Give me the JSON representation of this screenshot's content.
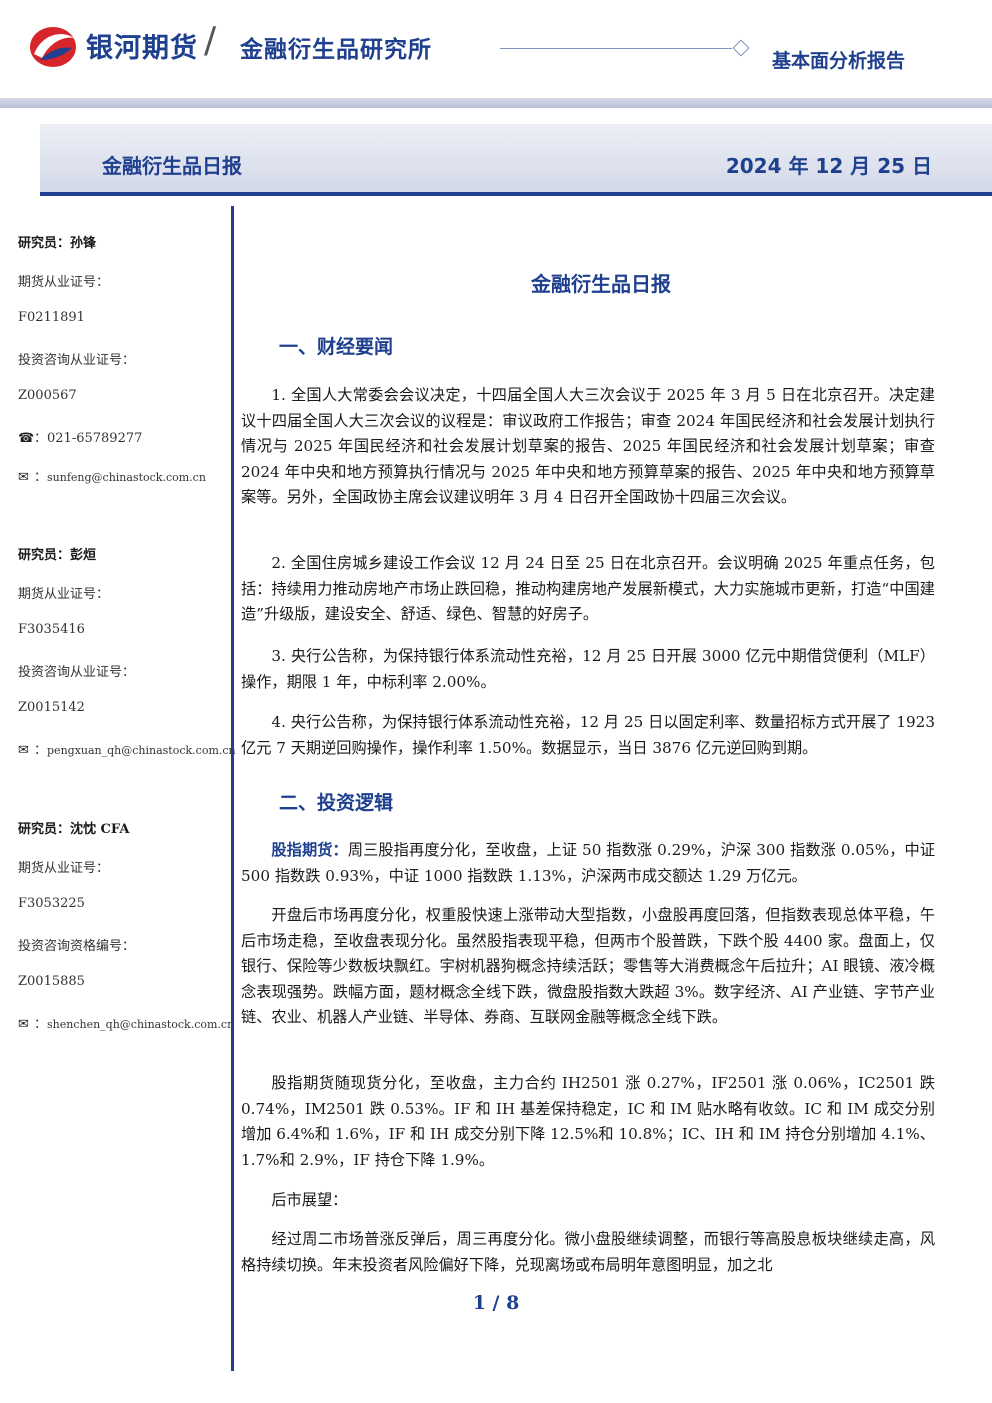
{
  "header": {
    "brand": "银河期货",
    "slash": "/",
    "institute": "金融衍生品研究所",
    "report_type": "基本面分析报告"
  },
  "title_bar": {
    "name": "金融衍生品日报",
    "date": "2024 年 12 月 25 日"
  },
  "sidebar": {
    "researchers": [
      {
        "label": "研究员：孙锋",
        "license_label": "期货从业证号：",
        "license": "F0211891",
        "consult_label": "投资咨询从业证号：",
        "consult": "Z000567",
        "phone": "021-65789277",
        "email": "sunfeng@chinastock.com.cn"
      },
      {
        "label": "研究员：彭烜",
        "license_label": "期货从业证号：",
        "license": "F3035416",
        "consult_label": "投资咨询从业证号：",
        "consult": "Z0015142",
        "email": "pengxuan_qh@chinastock.com.cn"
      },
      {
        "label": "研究员：沈忱  CFA",
        "license_label": "期货从业证号：",
        "license": "F3053225",
        "consult_label": "投资咨询资格编号：",
        "consult": "Z0015885",
        "email": "shenchen_qh@chinastock.com.cn"
      }
    ],
    "phone_icon": "☎",
    "email_icon": "✉"
  },
  "content": {
    "title": "金融衍生品日报",
    "section1": "一、财经要闻",
    "p1": "1. 全国人大常委会会议决定，十四届全国人大三次会议于 2025 年 3 月 5 日在北京召开。决定建议十四届全国人大三次会议的议程是：审议政府工作报告；审查 2024 年国民经济和社会发展计划执行情况与 2025 年国民经济和社会发展计划草案的报告、2025 年国民经济和社会发展计划草案；审查 2024 年中央和地方预算执行情况与 2025 年中央和地方预算草案的报告、2025 年中央和地方预算草案等。另外，全国政协主席会议建议明年 3 月 4 日召开全国政协十四届三次会议。",
    "p2": "2. 全国住房城乡建设工作会议 12 月 24 日至 25 日在北京召开。会议明确 2025 年重点任务，包括：持续用力推动房地产市场止跌回稳，推动构建房地产发展新模式，大力实施城市更新，打造“中国建造”升级版，建设安全、舒适、绿色、智慧的好房子。",
    "p3": "3. 央行公告称，为保持银行体系流动性充裕，12 月 25 日开展 3000 亿元中期借贷便利（MLF）操作，期限 1 年，中标利率 2.00%。",
    "p4": "4. 央行公告称，为保持银行体系流动性充裕，12 月 25 日以固定利率、数量招标方式开展了 1923 亿元 7 天期逆回购操作，操作利率 1.50%。数据显示，当日 3876 亿元逆回购到期。",
    "section2": "二、投资逻辑",
    "p5_label": "股指期货：",
    "p5": "周三股指再度分化，至收盘，上证 50 指数涨 0.29%，沪深 300 指数涨 0.05%，中证 500 指数跌 0.93%，中证 1000 指数跌 1.13%，沪深两市成交额达 1.29 万亿元。",
    "p6": "开盘后市场再度分化，权重股快速上涨带动大型指数，小盘股再度回落，但指数表现总体平稳，午后市场走稳，至收盘表现分化。虽然股指表现平稳，但两市个股普跌，下跌个股 4400 家。盘面上，仅银行、保险等少数板块飘红。宇树机器狗概念持续活跃；零售等大消费概念午后拉升；AI 眼镜、液冷概念表现强势。跌幅方面，题材概念全线下跌，微盘股指数大跌超 3%。数字经济、AI 产业链、字节产业链、农业、机器人产业链、半导体、券商、互联网金融等概念全线下跌。",
    "p7": "股指期货随现货分化，至收盘，主力合约 IH2501 涨 0.27%，IF2501 涨 0.06%，IC2501 跌 0.74%，IM2501 跌 0.53%。IF 和 IH 基差保持稳定，IC 和 IM 贴水略有收敛。IC 和 IM 成交分别增加 6.4%和 1.6%，IF 和 IH 成交分别下降 12.5%和 10.8%；IC、IH 和 IM 持仓分别增加 4.1%、1.7%和 2.9%，IF 持仓下降 1.9%。",
    "p8": "后市展望：",
    "p9": "经过周二市场普涨反弹后，周三再度分化。微小盘股继续调整，而银行等高股息板块继续走高，风格持续切换。年末投资者风险偏好下降，兑现离场或布局明年意图明显，加之北"
  },
  "footer": {
    "page": "1 / 8"
  },
  "colors": {
    "brand_blue": "#1f3f8f",
    "logo_red": "#d7262b"
  }
}
